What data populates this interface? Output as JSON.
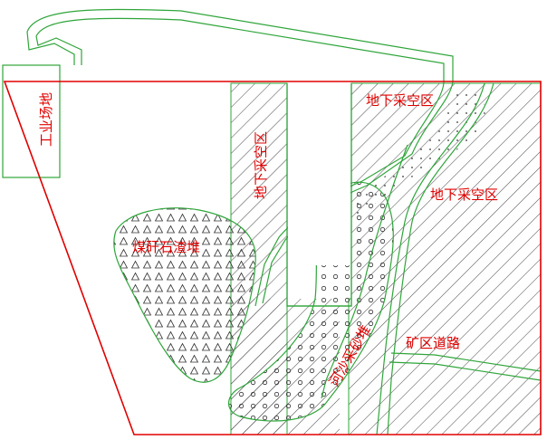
{
  "labels": {
    "industrial_site": "工业场地",
    "goaf_vertical": "地下采空区",
    "goaf_top": "地下采空区",
    "goaf_right": "地下采空区",
    "gangue_pile": "煤矸石渣堆",
    "sand_gravel_pile": "河沙采砂堆",
    "mine_road": "矿区道路"
  },
  "colors": {
    "boundary": "#e00000",
    "outline": "#2fa53a",
    "hatch": "#555555",
    "label": "#e00000",
    "symbol": "#333333"
  }
}
